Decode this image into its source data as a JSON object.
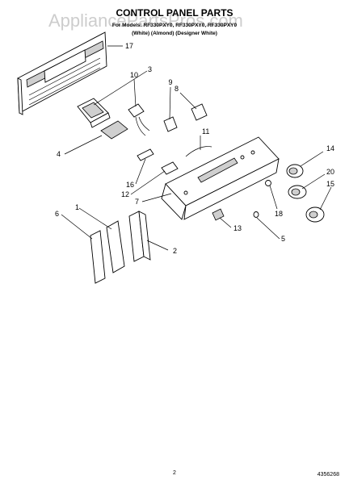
{
  "watermark": "AppliancePartsPros.com",
  "header": {
    "title": "CONTROL PANEL PARTS",
    "models_line": "For Models: RF330PXY0, RF330PXY0, RF330PXY0",
    "colors_line": "(White)     (Almond)   (Designer White)"
  },
  "callouts": [
    "1",
    "2",
    "3",
    "4",
    "5",
    "6",
    "7",
    "8",
    "9",
    "10",
    "11",
    "12",
    "13",
    "14",
    "15",
    "16",
    "17",
    "18",
    "20"
  ],
  "footer": {
    "page_number": "2",
    "doc_number": "4356268"
  }
}
